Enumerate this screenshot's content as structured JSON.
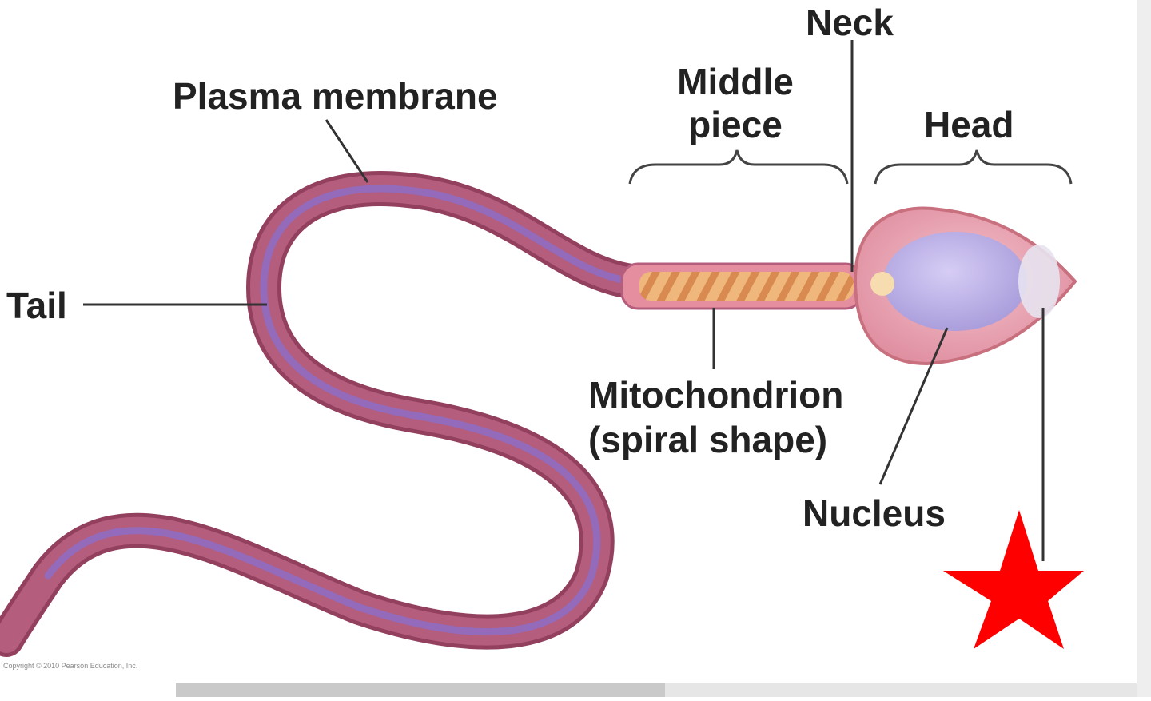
{
  "labels": {
    "neck": "Neck",
    "middle_piece_line1": "Middle",
    "middle_piece_line2": "piece",
    "head": "Head",
    "plasma_membrane": "Plasma membrane",
    "tail": "Tail",
    "mitochondrion_line1": "Mitochondrion",
    "mitochondrion_line2": "(spiral shape)",
    "nucleus": "Nucleus"
  },
  "copyright": "Copyright © 2010 Pearson Education, Inc.",
  "colors": {
    "tail_outer": "#a8506e",
    "tail_inner": "#8e6cc6",
    "midpiece": "#e8a86a",
    "head_outer": "#e9a2ae",
    "nucleus": "#b9a8e4",
    "star": "#ff0000",
    "label_text": "#222222"
  },
  "icons": {
    "marker": "red-star"
  }
}
